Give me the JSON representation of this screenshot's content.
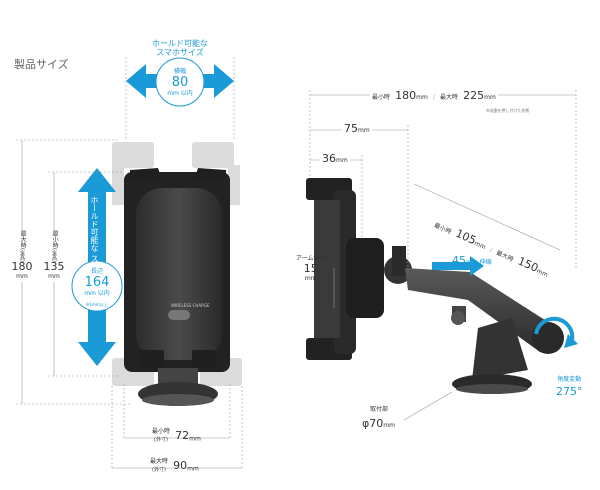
{
  "section_title": "製品サイズ",
  "front": {
    "hold_label_line1": "ホールド可能な",
    "hold_label_line2": "スマホサイズ",
    "width_bubble": {
      "caption": "横幅",
      "value": "80",
      "unit": "mm 以内"
    },
    "height_bubble": {
      "caption": "長辺",
      "value": "164",
      "unit": "mm 以内",
      "note": "※1mm以上"
    },
    "vertical_hold_label_line1": "ホールド可能な",
    "vertical_hold_label_line2": "スマホサイズ",
    "max_height": {
      "caption": "最大時",
      "sub": "(全高)",
      "value": "180",
      "unit": "mm"
    },
    "min_height": {
      "caption": "最小時",
      "sub": "(全高)",
      "value": "135",
      "unit": "mm"
    },
    "min_width": {
      "caption": "最小時",
      "sub": "(外寸)",
      "value": "72",
      "unit": "mm"
    },
    "max_width": {
      "caption": "最大時",
      "sub": "(外寸)",
      "value": "90",
      "unit": "mm"
    },
    "pad_text": "WIRELESS CHARGE"
  },
  "side": {
    "depth_caption_min": "最小時",
    "depth_min": "180",
    "depth_caption_max": "最大時",
    "depth_max": "225",
    "depth_unit": "mm",
    "depth_note": "※吸盤を押し付けた状態",
    "d75": "75",
    "d36": "36",
    "unit_mm": "mm",
    "arm_caption_min": "最小時",
    "arm_min": "105",
    "arm_caption_max": "最大時",
    "arm_max": "150",
    "arm_rot_label": "アーム側行",
    "arm_rot_value": "15",
    "swivel_value": "45",
    "swivel_unit": "mm 伸縮",
    "angle_label": "角度変動",
    "angle_value": "275°",
    "base_label": "取付部",
    "base_value": "φ70",
    "base_unit": "mm"
  }
}
